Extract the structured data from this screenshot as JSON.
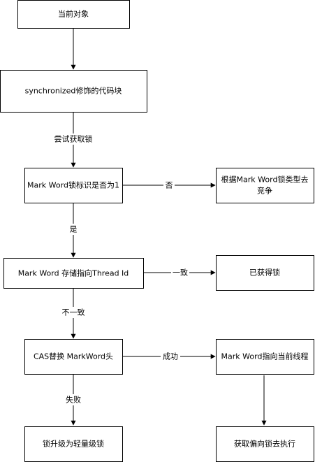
{
  "nodes": {
    "current_object": "当前对象",
    "sync_block": "synchronized修饰的代码块",
    "mark_word_flag": "Mark Word锁标识是否为1",
    "compete_by_type": [
      "根据Mark Word锁类型去",
      "竞争"
    ],
    "store_thread_id": "Mark Word 存储指向Thread Id",
    "lock_acquired": "已获得锁",
    "cas_replace": "CAS替换 MarkWord头",
    "point_current_thread": "Mark Word指向当前线程",
    "upgrade_lightweight": "锁升级为轻量级锁",
    "acquire_biased_lock": "获取偏向锁去执行"
  },
  "edges": {
    "try_acquire": "尝试获取锁",
    "no": "否",
    "yes": "是",
    "consistent": "一致",
    "inconsistent": "不一致",
    "success": "成功",
    "failure": "失败"
  }
}
